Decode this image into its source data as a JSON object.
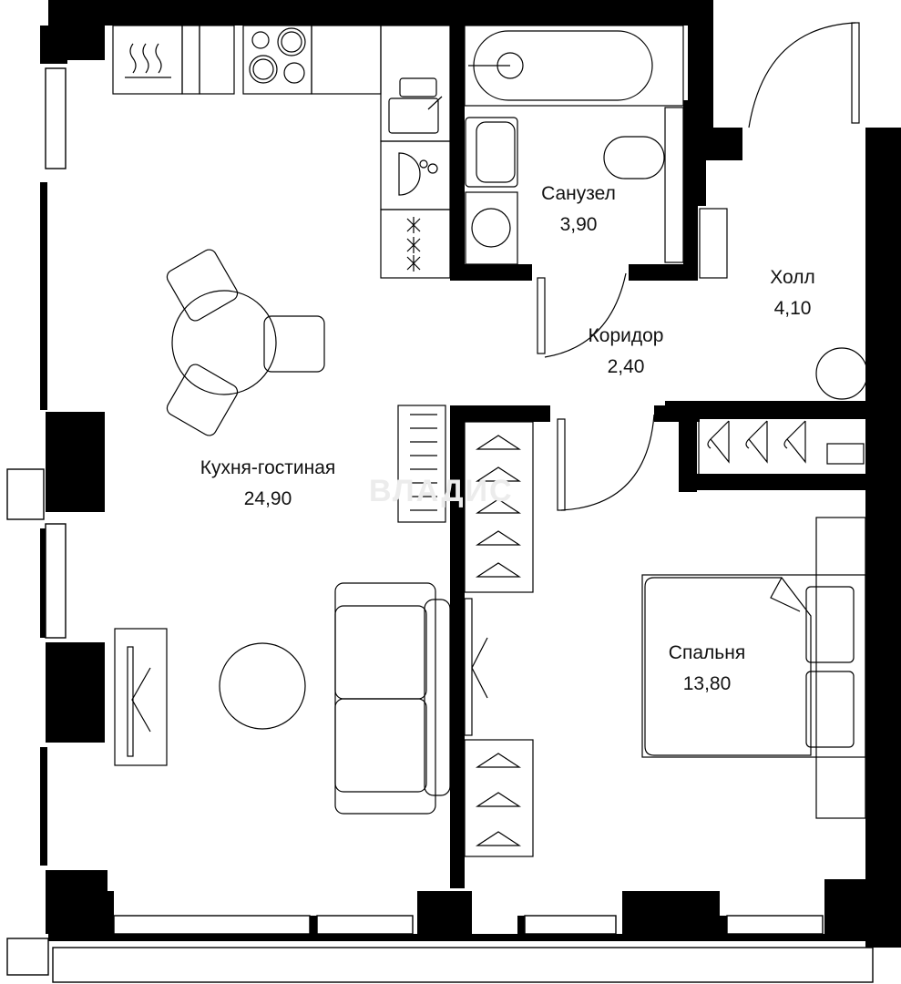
{
  "plan": {
    "type": "apartment-floor-plan",
    "wall_color": "#000000",
    "background": "#ffffff",
    "watermark": "ВЛАДИС",
    "rooms": [
      {
        "id": "kitchen-living",
        "name": "Кухня-гостиная",
        "area": "24,90"
      },
      {
        "id": "bathroom",
        "name": "Санузел",
        "area": "3,90"
      },
      {
        "id": "corridor",
        "name": "Коридор",
        "area": "2,40"
      },
      {
        "id": "hall",
        "name": "Холл",
        "area": "4,10"
      },
      {
        "id": "bedroom",
        "name": "Спальня",
        "area": "13,80"
      }
    ],
    "fixtures": [
      "oven-icon",
      "stove-icon",
      "sink-icon",
      "dishwasher-icon",
      "fridge-icon",
      "bathtub-icon",
      "washbasin-icon",
      "toilet-icon",
      "washing-machine-icon",
      "dining-table-icon",
      "sofa-icon",
      "tv-icon",
      "bed-icon",
      "wardrobe-icon",
      "entrance-door-icon"
    ]
  }
}
